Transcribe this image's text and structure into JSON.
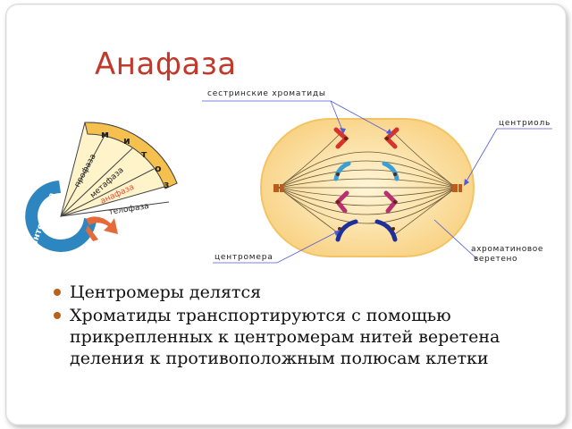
{
  "slide": {
    "title": "Анафаза"
  },
  "diagram": {
    "labels": {
      "sister_chromatids": "сестринские хроматиды",
      "centriole": "центриоль",
      "centromere": "центромера",
      "spindle_line1": "ахроматиновое",
      "spindle_line2": "веретено"
    },
    "cycle_wheel": {
      "outer_letters": [
        "м",
        "и",
        "т",
        "о",
        "з"
      ],
      "phases": [
        "профаза",
        "метафаза",
        "анафаза",
        "телофаза"
      ],
      "highlighted_phase": "анафаза",
      "ring_label": "интерфаза"
    },
    "colors": {
      "cell_fill": "#fbdc92",
      "cell_edge": "#f3c463",
      "chromatid_red": "#d7322b",
      "chromatid_blue": "#3a9fd6",
      "chromatid_magenta": "#b8306f",
      "chromatid_navy": "#1f2f9a",
      "pointer_line": "#4f5bd5",
      "phase_highlight": "#e74c3c",
      "ring_blue": "#2e86c1",
      "arrow_orange": "#e46a3c"
    }
  },
  "bullets": [
    "Центромеры делятся",
    "Хроматиды транспортируются с помощью прикрепленных к центромерам нитей веретена деления к противоположным полюсам клетки"
  ]
}
